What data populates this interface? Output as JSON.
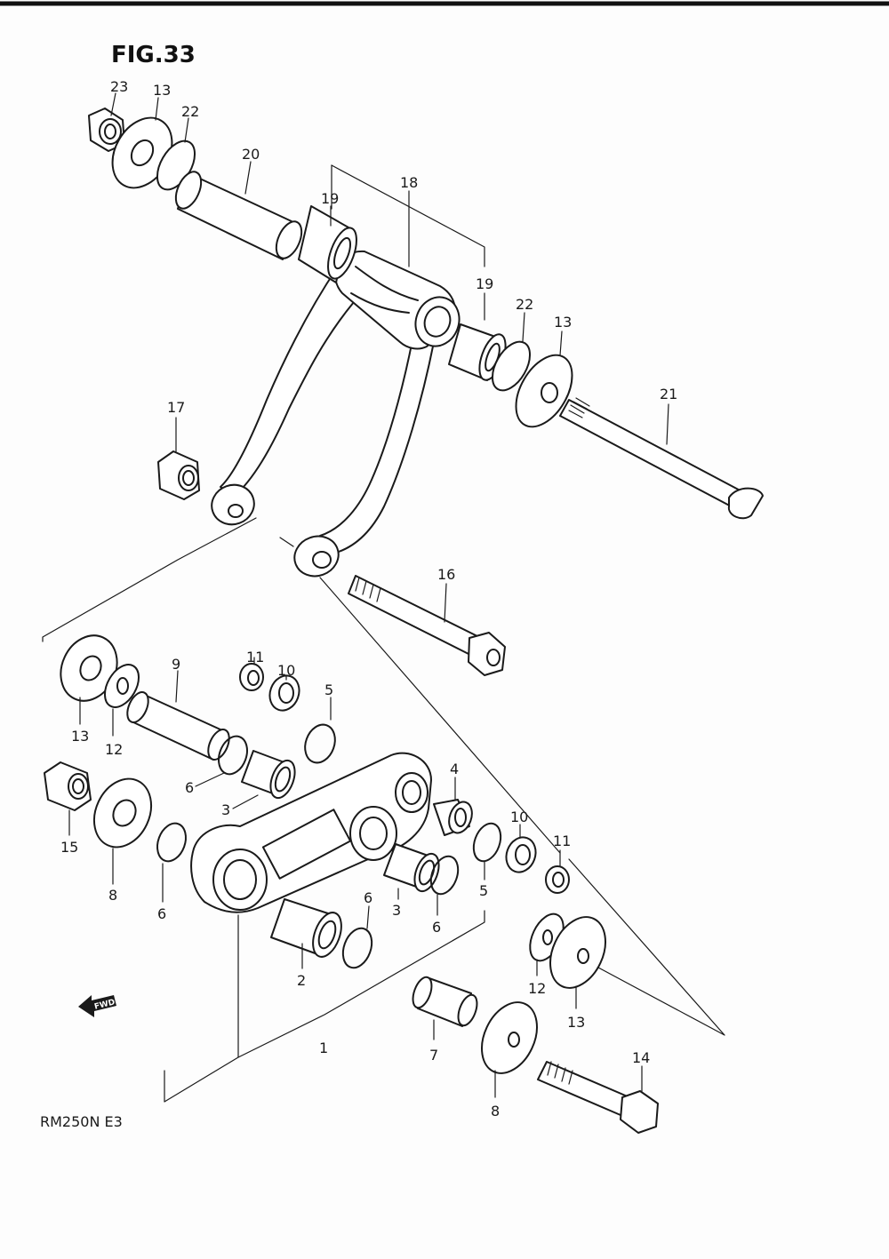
{
  "figure": {
    "title": "FIG.33",
    "model_code": "RM250N  E3",
    "direction_label": "FWD"
  },
  "callouts": {
    "c1": "1",
    "c2": "2",
    "c3a": "3",
    "c3b": "3",
    "c4": "4",
    "c5a": "5",
    "c5b": "5",
    "c6a": "6",
    "c6b": "6",
    "c6c": "6",
    "c6d": "6",
    "c7": "7",
    "c8a": "8",
    "c8b": "8",
    "c9": "9",
    "c10a": "10",
    "c10b": "10",
    "c11a": "11",
    "c11b": "11",
    "c12a": "12",
    "c12b": "12",
    "c13a": "13",
    "c13b": "13",
    "c13c": "13",
    "c13d": "13",
    "c14": "14",
    "c15": "15",
    "c16": "16",
    "c17": "17",
    "c18": "18",
    "c19a": "19",
    "c19b": "19",
    "c20": "20",
    "c21": "21",
    "c22a": "22",
    "c22b": "22",
    "c23": "23"
  }
}
